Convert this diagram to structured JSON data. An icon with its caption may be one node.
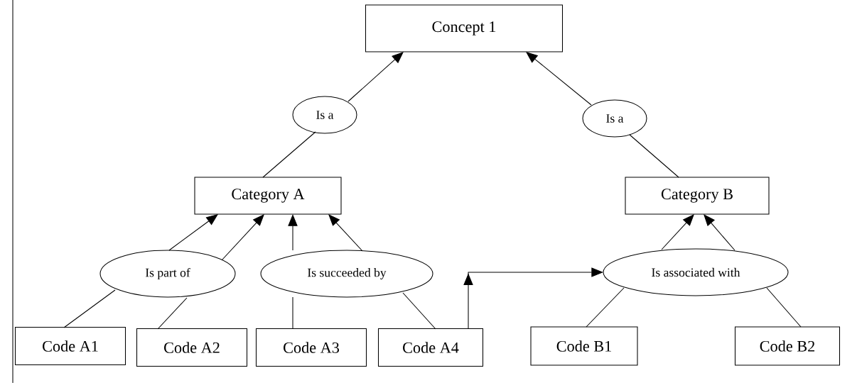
{
  "diagram": {
    "nodes": [
      {
        "text": [
          "Concept 1"
        ]
      },
      {
        "text": [
          "Is a"
        ]
      },
      {
        "text": [
          "Is a"
        ]
      },
      {
        "text": [
          "Category A"
        ]
      },
      {
        "text": [
          "Category B"
        ]
      },
      {
        "text": [
          "Is part of"
        ]
      },
      {
        "text": [
          "Is succeeded by"
        ]
      },
      {
        "text": [
          "Is associated with"
        ]
      },
      {
        "text": [
          "Code A1"
        ]
      },
      {
        "text": [
          "Code A2"
        ]
      },
      {
        "text": [
          "Code A3"
        ]
      },
      {
        "text": [
          "Code A4"
        ]
      },
      {
        "text": [
          "Code B1"
        ]
      },
      {
        "text": [
          "Code B2"
        ]
      }
    ],
    "edges": [
      {
        "from": 1,
        "to": 0,
        "arrow": "to"
      },
      {
        "from": 3,
        "to": 1,
        "arrow": "none"
      },
      {
        "from": 2,
        "to": 0,
        "arrow": "to"
      },
      {
        "from": 4,
        "to": 2,
        "arrow": "none"
      },
      {
        "from": 5,
        "to": 3,
        "arrow": "to"
      },
      {
        "from": 5,
        "to": 3,
        "arrow": "to"
      },
      {
        "from": 8,
        "to": 5,
        "arrow": "none"
      },
      {
        "from": 9,
        "to": 5,
        "arrow": "none"
      },
      {
        "from": 6,
        "to": 3,
        "arrow": "to"
      },
      {
        "from": 6,
        "to": 3,
        "arrow": "to"
      },
      {
        "from": 10,
        "to": 6,
        "arrow": "none"
      },
      {
        "from": 11,
        "to": 6,
        "arrow": "none"
      },
      {
        "from": 7,
        "to": 4,
        "arrow": "to"
      },
      {
        "from": 7,
        "to": 4,
        "arrow": "to"
      },
      {
        "from": 12,
        "to": 7,
        "arrow": "none"
      },
      {
        "from": 13,
        "to": 7,
        "arrow": "none"
      },
      {
        "from": 11,
        "to": 7,
        "arrow": "to"
      }
    ]
  }
}
